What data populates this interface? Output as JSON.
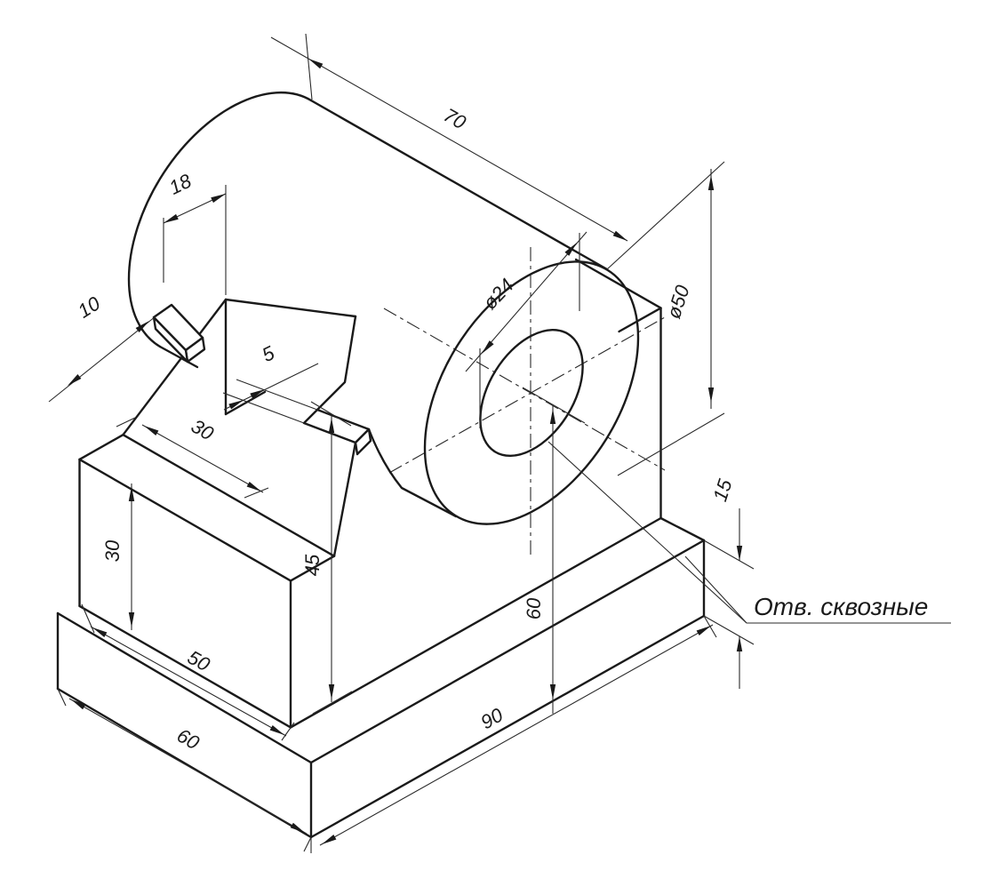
{
  "drawing": {
    "dimensions": {
      "cylinder_length": "70",
      "outer_diameter": "ø50",
      "hole_diameter": "ø24",
      "slot_width": "18",
      "step_ten": "10",
      "step_five": "5",
      "slope_edge": "30",
      "wall_face_height": "30",
      "wall_height": "45",
      "wall_depth": "50",
      "base_depth": "60",
      "base_length": "90",
      "axis_height": "60",
      "base_thickness": "15"
    },
    "note": "Отв. сквозные",
    "colors": {
      "line": "#1a1a1a",
      "background": "#ffffff"
    }
  }
}
